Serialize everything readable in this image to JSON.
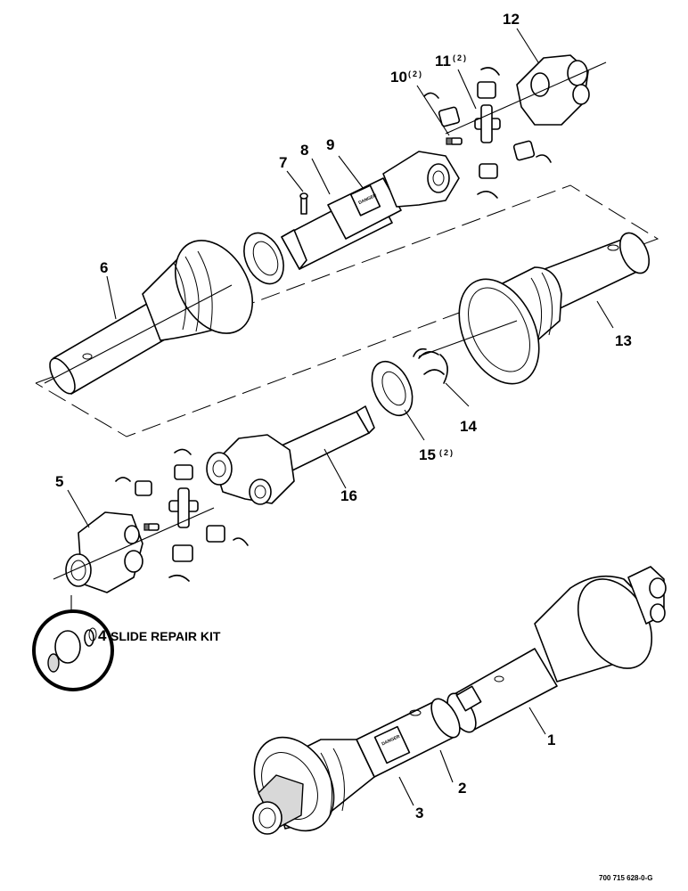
{
  "callouts": {
    "c1": {
      "num": "1"
    },
    "c2": {
      "num": "2"
    },
    "c3": {
      "num": "3"
    },
    "c4": {
      "num": "4",
      "text": "SLIDE REPAIR KIT"
    },
    "c5": {
      "num": "5"
    },
    "c6": {
      "num": "6"
    },
    "c7": {
      "num": "7"
    },
    "c8": {
      "num": "8"
    },
    "c9": {
      "num": "9"
    },
    "c10": {
      "num": "10",
      "qty": "(2)"
    },
    "c11": {
      "num": "11",
      "qty": "(2)"
    },
    "c12": {
      "num": "12"
    },
    "c13": {
      "num": "13"
    },
    "c14": {
      "num": "14"
    },
    "c15": {
      "num": "15",
      "qty": "(2)"
    },
    "c16": {
      "num": "16"
    }
  },
  "drawing_code": "700 715 628-0-G",
  "decals": {
    "label_text": "DANGER"
  }
}
